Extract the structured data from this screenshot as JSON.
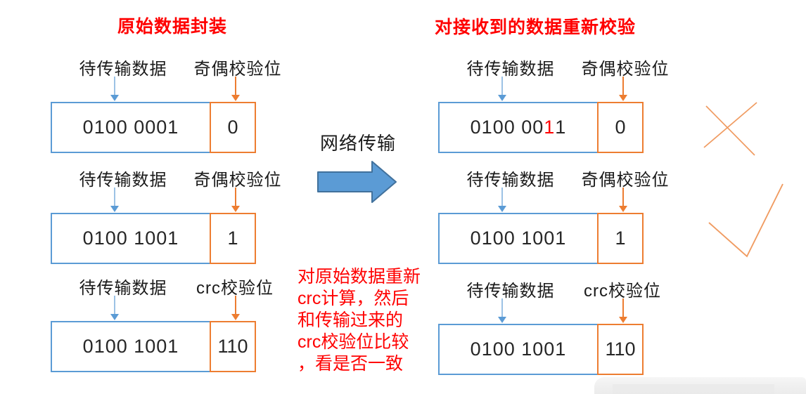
{
  "diagram": {
    "left_title": "原始数据封装",
    "right_title": "对接收到的数据重新校验",
    "transfer_label": "网络传输",
    "note_lines": [
      "对原始数据重新",
      "crc计算，然后",
      "和传输过来的",
      "crc校验位比较",
      "，看是否一致"
    ]
  },
  "panels": {
    "left": {
      "rows": [
        {
          "data_label": "待传输数据",
          "check_label": "奇偶校验位",
          "value_pre": "0100 0001",
          "value_red": "",
          "value_post": "",
          "check_value": "0"
        },
        {
          "data_label": "待传输数据",
          "check_label": "奇偶校验位",
          "value_pre": "0100 1001",
          "value_red": "",
          "value_post": "",
          "check_value": "1"
        },
        {
          "data_label": "待传输数据",
          "check_label": "crc校验位",
          "value_pre": "0100 1001",
          "value_red": "",
          "value_post": "",
          "check_value": "110"
        }
      ]
    },
    "right": {
      "rows": [
        {
          "data_label": "待传输数据",
          "check_label": "奇偶校验位",
          "value_pre": "0100 00",
          "value_red": "1",
          "value_post": "1",
          "check_value": "0"
        },
        {
          "data_label": "待传输数据",
          "check_label": "奇偶校验位",
          "value_pre": "0100 1001",
          "value_red": "",
          "value_post": "",
          "check_value": "1"
        },
        {
          "data_label": "待传输数据",
          "check_label": "crc校验位",
          "value_pre": "0100 1001",
          "value_red": "",
          "value_post": "",
          "check_value": "110"
        }
      ]
    }
  },
  "marks": {
    "cross": "mismatch-cross",
    "check": "match-check"
  },
  "colors": {
    "accent_red": "#ff0000",
    "box_blue": "#5b9bd5",
    "box_orange": "#ed7d31",
    "arrow_shaft_blue": "#9cc2e5",
    "block_arrow_fill": "#5b9bd5",
    "block_arrow_border": "#41719c",
    "mark_orange": "#f09b61",
    "digit_black": "#262626"
  }
}
